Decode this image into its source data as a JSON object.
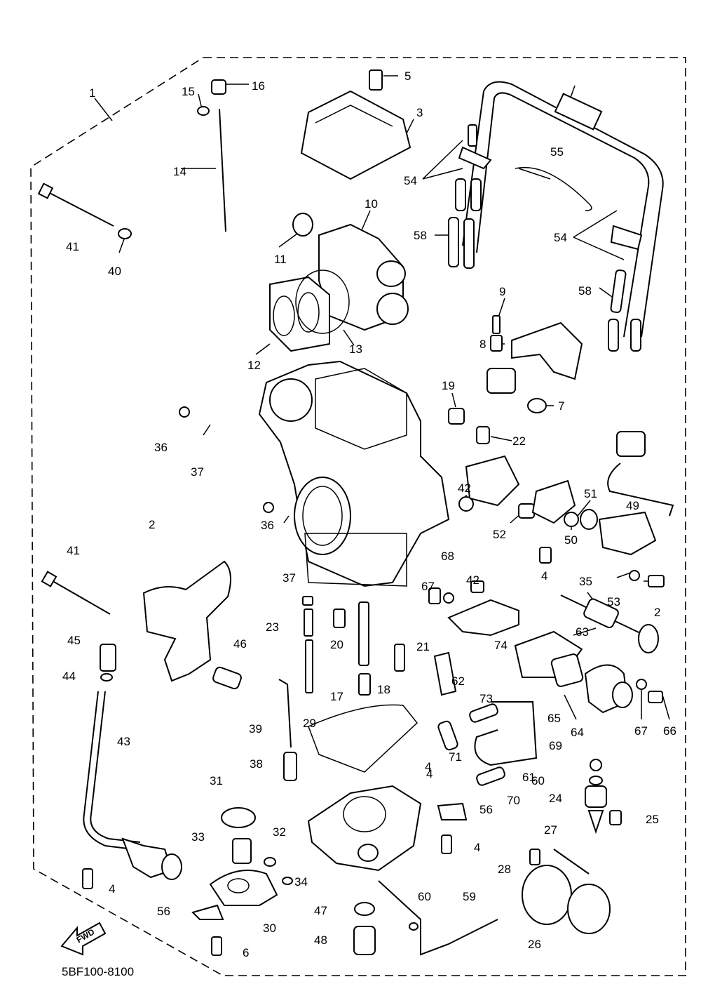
{
  "diagram_code": "5BF100-8100",
  "fwd_label": "FWD",
  "callouts": [
    "1",
    "2",
    "2",
    "3",
    "4",
    "4",
    "4",
    "4",
    "4",
    "5",
    "6",
    "7",
    "8",
    "9",
    "10",
    "11",
    "12",
    "13",
    "14",
    "15",
    "16",
    "17",
    "18",
    "19",
    "20",
    "21",
    "22",
    "23",
    "24",
    "25",
    "26",
    "27",
    "28",
    "29",
    "30",
    "31",
    "32",
    "33",
    "34",
    "35",
    "36",
    "36",
    "37",
    "37",
    "38",
    "39",
    "40",
    "41",
    "41",
    "42",
    "42",
    "43",
    "44",
    "45",
    "46",
    "47",
    "48",
    "49",
    "50",
    "51",
    "52",
    "53",
    "54",
    "54",
    "55",
    "56",
    "56",
    "58",
    "58",
    "59",
    "60",
    "60",
    "61",
    "62",
    "63",
    "64",
    "65",
    "66",
    "67",
    "67",
    "68",
    "69",
    "70",
    "71",
    "73",
    "74"
  ]
}
